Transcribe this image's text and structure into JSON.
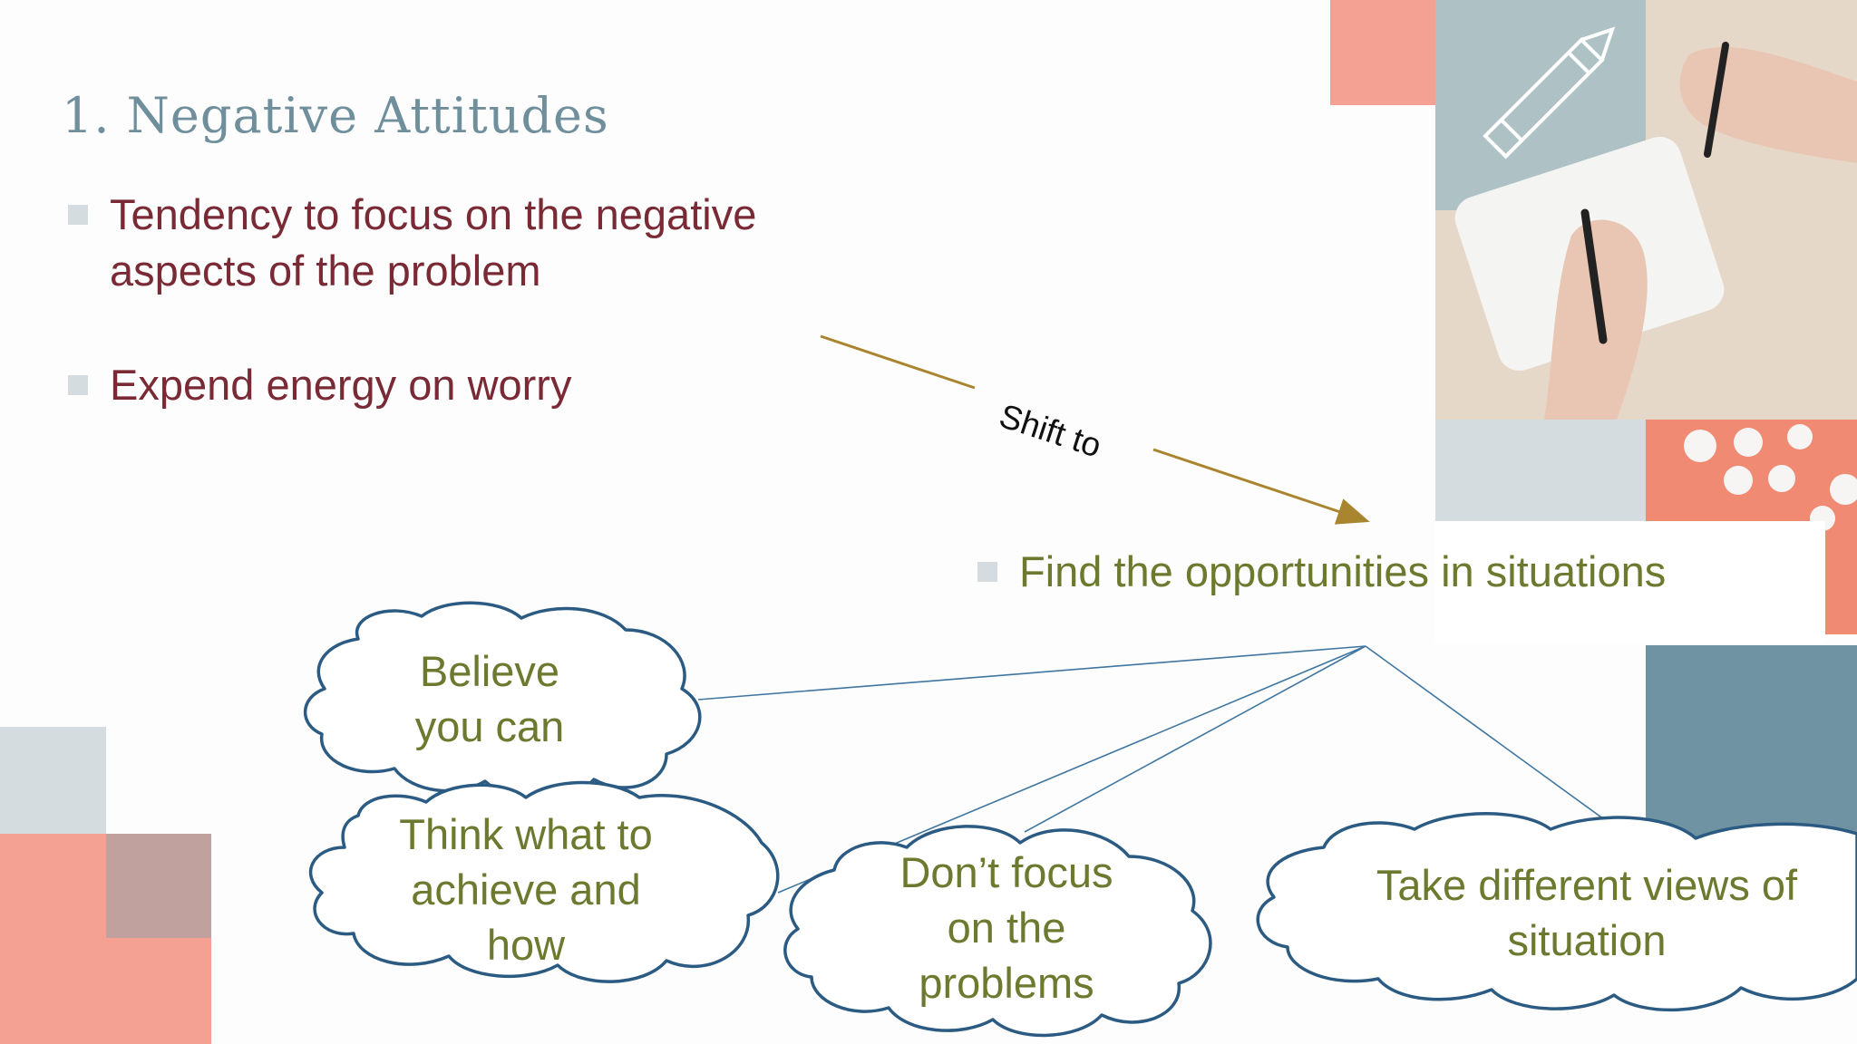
{
  "slide": {
    "title": "1. Negative Attitudes",
    "bullets": [
      "Tendency to focus on the negative aspects of the problem",
      "Expend energy on worry"
    ],
    "arrow_label": "Shift to",
    "target_bullet": "Find the opportunities in situations",
    "clouds": [
      "Believe you can",
      "Think what to achieve and how",
      "Don’t focus on the problems",
      "Take different views of situation"
    ]
  },
  "colors": {
    "title": "#6f8f9c",
    "negative_text": "#7a2a35",
    "positive_text": "#6b7a2e",
    "arrow": "#a8852e",
    "cloud_outline": "#2f5f86",
    "accent_salmon": "#f4a093",
    "accent_slate": "#6f93a3",
    "accent_pale": "#d5dcdf",
    "accent_mauve": "#c0a19d"
  },
  "icons": {
    "photo": "hands-writing-notebook-photo",
    "pencil": "pencil-icon"
  }
}
